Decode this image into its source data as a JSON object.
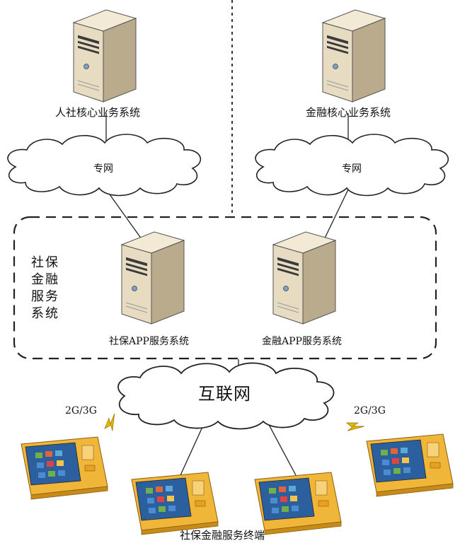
{
  "diagram": {
    "top_left": {
      "server_label": "人社核心业务系统",
      "network_label": "专网"
    },
    "top_right": {
      "server_label": "金融核心业务系统",
      "network_label": "专网"
    },
    "service_group": {
      "title_lines": [
        "社保",
        "金融",
        "服务",
        "系统"
      ],
      "left_server_label": "社保APP服务系统",
      "right_server_label": "金融APP服务系统"
    },
    "internet_label": "互联网",
    "wireless_left": "2G/3G",
    "wireless_right": "2G/3G",
    "terminals_label": "社保金融服务终端"
  },
  "colors": {
    "server_front": "#e7dcc2",
    "server_side": "#b9ab8c",
    "terminal_body": "#f0b63a",
    "terminal_screen": "#2b5f9e",
    "lightning": "#d9a400"
  },
  "icons": [
    "server-icon",
    "cloud-icon",
    "lightning-icon",
    "terminal-icon"
  ]
}
